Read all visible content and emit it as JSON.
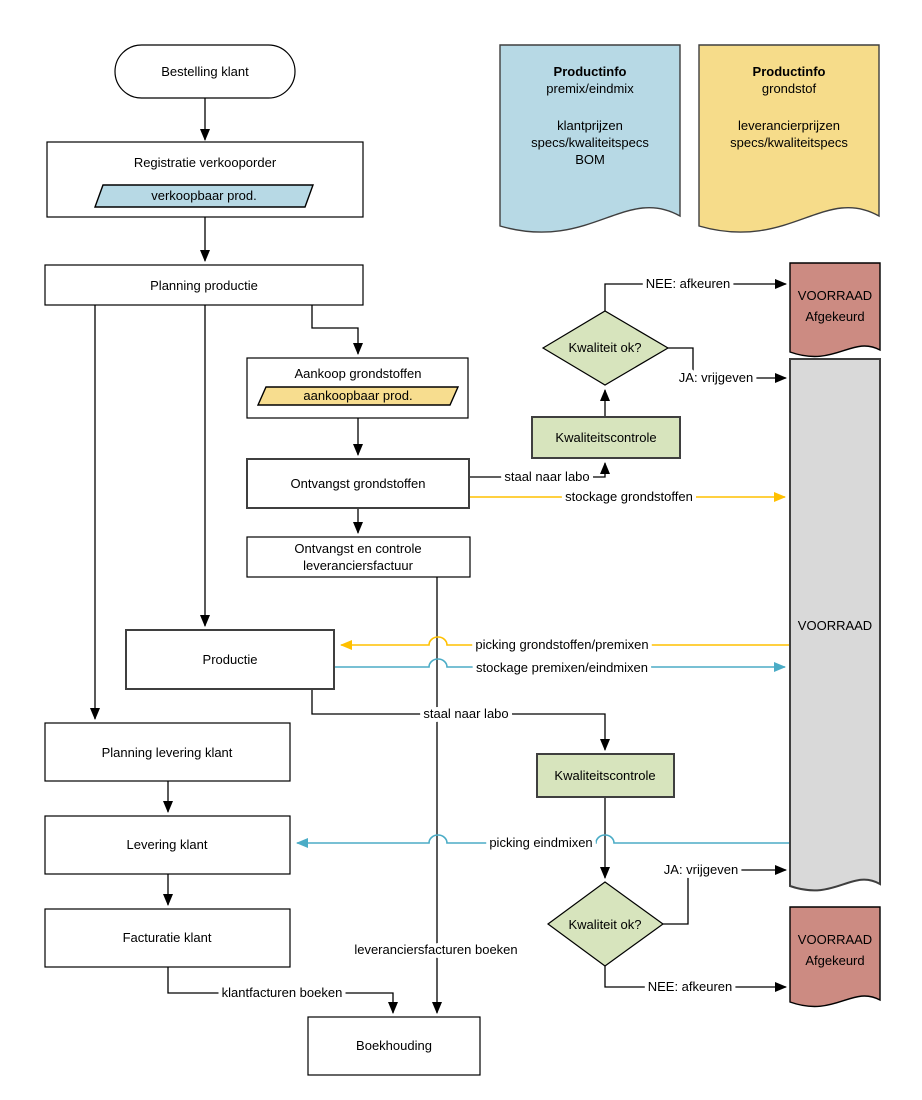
{
  "nodes": {
    "bestelling_klant": {
      "label": "Bestelling klant"
    },
    "registratie": {
      "label": "Registratie verkooporder",
      "data_item": "verkoopbaar prod."
    },
    "planning_productie": {
      "label": "Planning productie"
    },
    "aankoop": {
      "label": "Aankoop grondstoffen",
      "data_item": "aankoopbaar prod."
    },
    "ontvangst_grondstoffen": {
      "label": "Ontvangst grondstoffen"
    },
    "ontvangst_controle": {
      "lines": [
        "Ontvangst en controle",
        "leveranciersfactuur"
      ]
    },
    "productie": {
      "label": "Productie"
    },
    "planning_levering": {
      "label": "Planning levering klant"
    },
    "levering_klant": {
      "label": "Levering klant"
    },
    "facturatie_klant": {
      "label": "Facturatie klant"
    },
    "boekhouding": {
      "label": "Boekhouding"
    },
    "kwaliteitscontrole_boven": {
      "label": "Kwaliteitscontrole"
    },
    "kwaliteitscontrole_onder": {
      "label": "Kwaliteitscontrole"
    },
    "kwaliteit_ok_boven": {
      "label": "Kwaliteit ok?"
    },
    "kwaliteit_ok_onder": {
      "label": "Kwaliteit ok?"
    }
  },
  "documents": {
    "productinfo_premix": {
      "title": "Productinfo",
      "subtitle": "premix/eindmix",
      "lines": [
        "klantprijzen",
        "specs/kwaliteitspecs",
        "BOM"
      ]
    },
    "productinfo_grondstof": {
      "title": "Productinfo",
      "subtitle": "grondstof",
      "lines": [
        "leverancierprijzen",
        "specs/kwaliteitspecs"
      ]
    },
    "voorraad": {
      "label": "VOORRAAD"
    },
    "voorraad_afgekeurd_boven": {
      "line1": "VOORRAAD",
      "line2": "Afgekeurd"
    },
    "voorraad_afgekeurd_onder": {
      "line1": "VOORRAAD",
      "line2": "Afgekeurd"
    }
  },
  "edge_labels": {
    "nee_afkeuren_boven": "NEE: afkeuren",
    "ja_vrijgeven_boven": "JA: vrijgeven",
    "staal_naar_labo_boven": "staal naar labo",
    "stockage_grondstoffen": "stockage grondstoffen",
    "picking_grondstoffen_premixen": "picking grondstoffen/premixen",
    "stockage_premixen_eindmixen": "stockage premixen/eindmixen",
    "staal_naar_labo_onder": "staal naar labo",
    "picking_eindmixen": "picking eindmixen",
    "ja_vrijgeven_onder": "JA: vrijgeven",
    "nee_afkeuren_onder": "NEE: afkeuren",
    "klantfacturen_boeken": "klantfacturen boeken",
    "leveranciersfacturen_boeken": "leveranciersfacturen boeken"
  },
  "colors": {
    "line_yellow": "#FFC000",
    "line_blue": "#4BACC6",
    "doc_blue": "#B7D9E5",
    "doc_yellow": "#F6DC8A",
    "doc_red": "#CC8B82",
    "doc_gray": "#D9D9D9",
    "green_fill": "#D7E4BD",
    "box_white": "#FFFFFF",
    "line_black": "#000000"
  }
}
